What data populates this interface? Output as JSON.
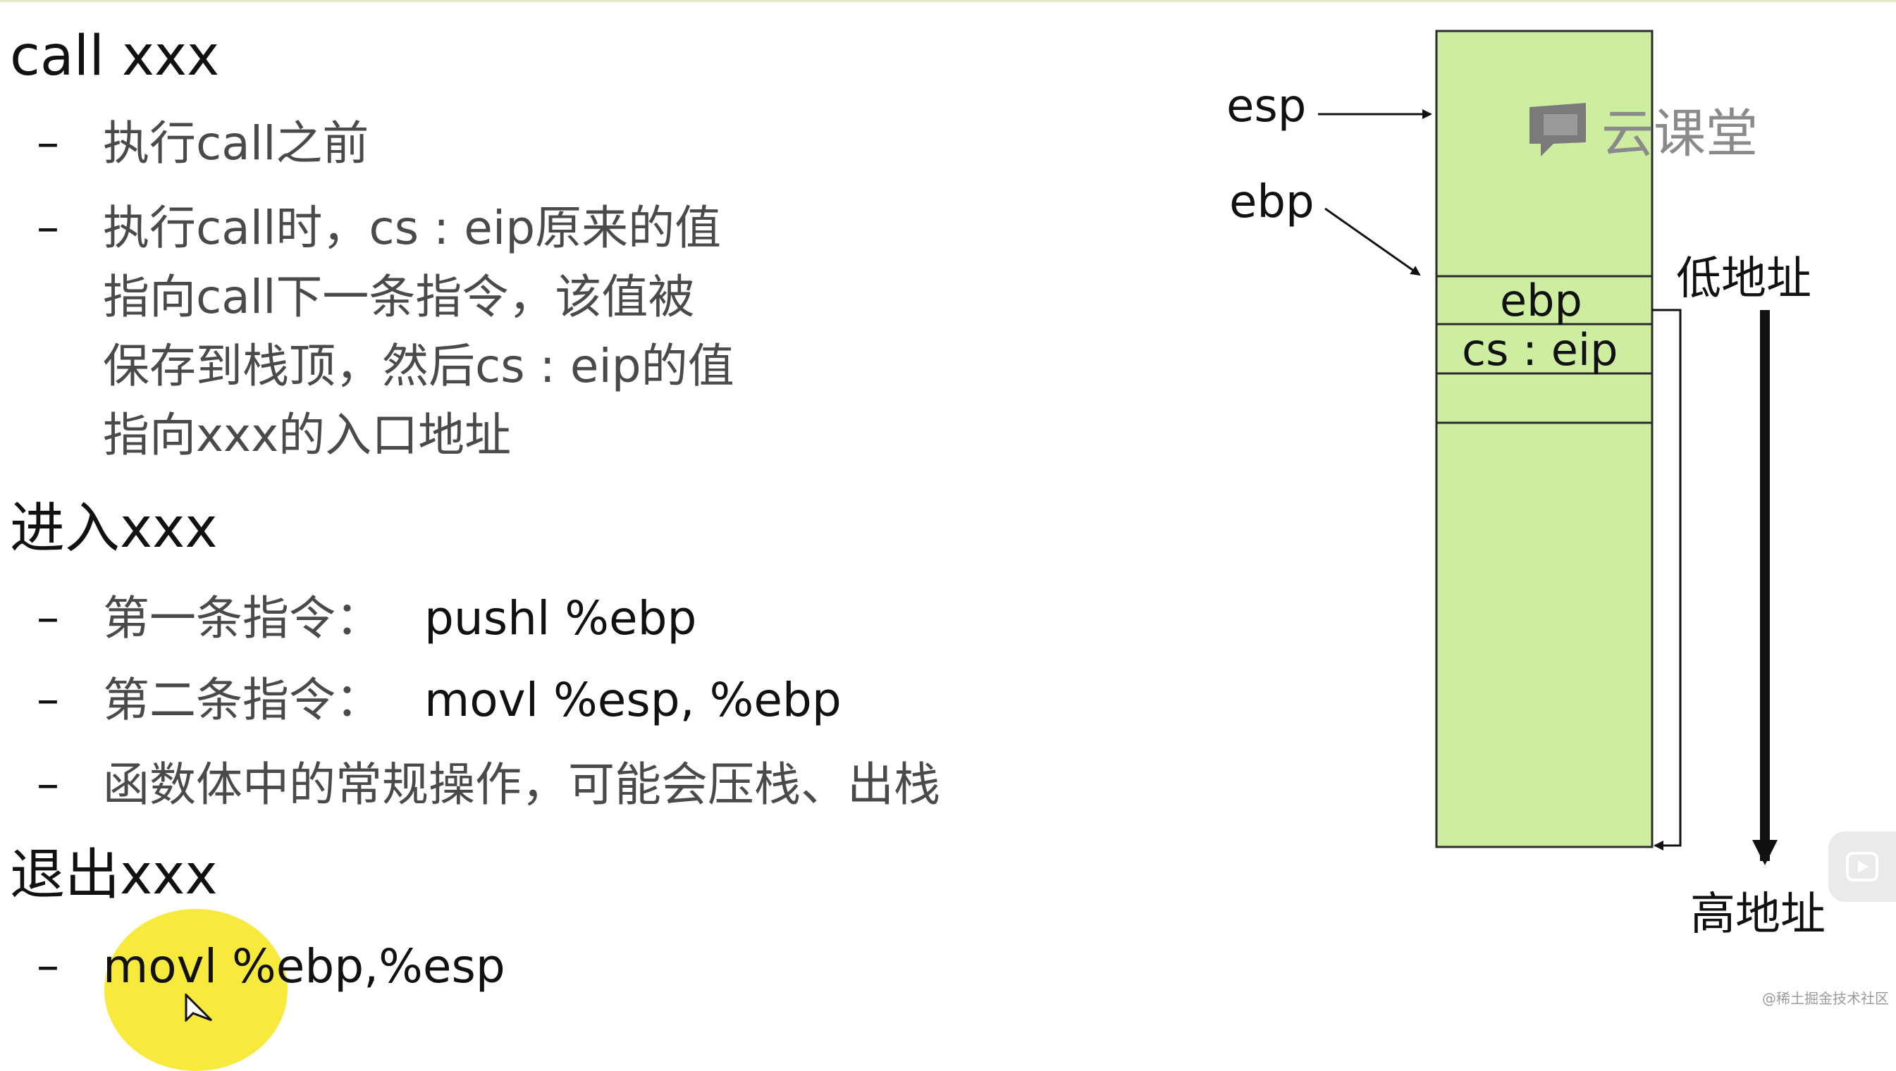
{
  "slide": {
    "sections": [
      {
        "heading": "call xxx",
        "bullets": [
          {
            "lines": [
              "执行call之前"
            ]
          },
          {
            "lines": [
              "执行call时，cs : eip原来的值",
              "指向call下一条指令，该值被",
              "保存到栈顶，然后cs : eip的值",
              "指向xxx的入口地址"
            ]
          }
        ]
      },
      {
        "heading": "进入xxx",
        "bullets": [
          {
            "text": "第一条指令：",
            "code": "pushl %ebp"
          },
          {
            "text": "第二条指令：",
            "code": "movl %esp, %ebp"
          },
          {
            "text": "函数体中的常规操作，可能会压栈、出栈"
          }
        ]
      },
      {
        "heading": "退出xxx",
        "bullets": [
          {
            "code": "movl %ebp,%esp"
          }
        ]
      }
    ],
    "dash": "–"
  },
  "diagram": {
    "esp_label": "esp",
    "ebp_label": "ebp",
    "cells": [
      "ebp",
      "cs : eip"
    ],
    "low_address": "低地址",
    "high_address": "高地址",
    "fill_color": "#cdeea0",
    "border_color": "#2a2a2a"
  },
  "overlay": {
    "logo_text": "云课堂",
    "logo_icon": "chat-bubble-icon",
    "play_icon": "play-icon",
    "watermark": "@稀土掘金技术社区",
    "highlight_color": "#f6e828"
  }
}
